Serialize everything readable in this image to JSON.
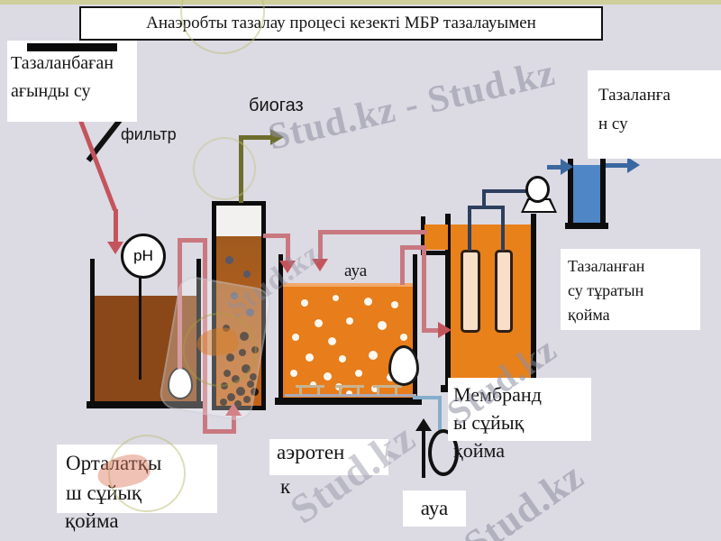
{
  "title": "Анаэробты тазалау процесі кезекті МБР тазалауымен",
  "labels": {
    "untreated": {
      "lines": [
        "Тазаланбаған",
        "ағынды су"
      ]
    },
    "filter": "фильтр",
    "biogas": "биогаз",
    "ph_meter": "pH",
    "air_top": "ауа",
    "treated": {
      "lines": [
        "Тазаланға",
        "н су"
      ]
    },
    "treated_storage": {
      "lines": [
        "Тазаланған",
        "су тұратын",
        "қойма"
      ]
    },
    "membrane_tank": {
      "lines": [
        "Мембранд",
        "ы сұйық"
      ],
      "overflow": "қойма"
    },
    "aerotank": {
      "lines": [
        "аэротен",
        "к"
      ]
    },
    "central_tank": {
      "lines": [
        "Орталатқы",
        "ш сұйық"
      ],
      "overflow": "қойма"
    },
    "air_bottom": "ауа"
  },
  "watermark": {
    "single": "Stud.kz",
    "double": "Stud.kz - Stud.kz"
  },
  "colors": {
    "background": "#dcdae3",
    "top_strip": "#cfcf9b",
    "arrow_red": "#c4545c",
    "pipe_pink": "#c9787f",
    "brown_liquid": "#8a4718",
    "uasb_liquid_top": "#a05a1e",
    "uasb_liquid_bottom": "#c2631a",
    "aeration_orange": "#e87d1b",
    "membrane_orange": "#e8811a",
    "blue_water": "#4f86c6",
    "permeate_pipe": "#2e3f5e",
    "blue_arrow": "#3a68a0",
    "biogas_olive": "#6e6e2c",
    "air_line": "#85aecd"
  }
}
